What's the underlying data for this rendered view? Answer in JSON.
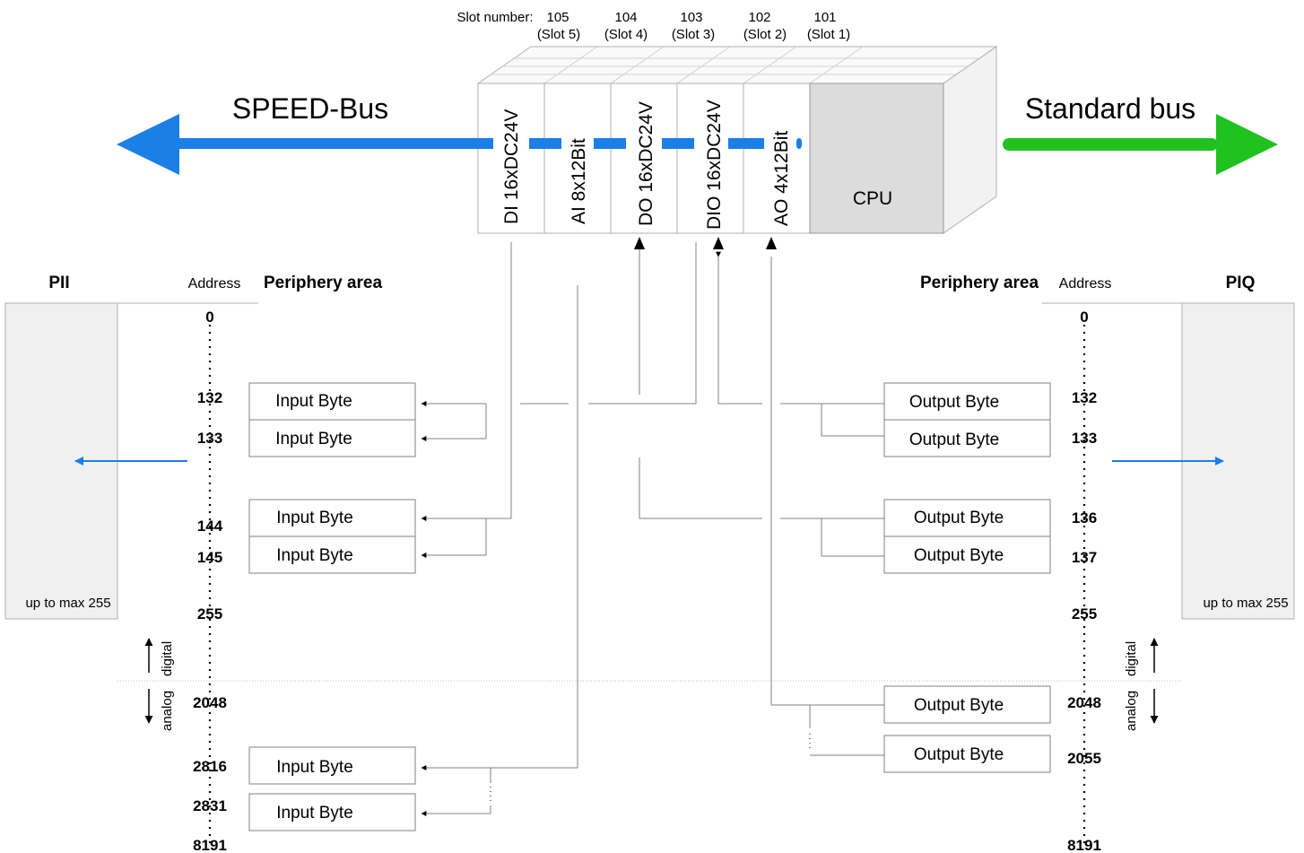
{
  "slots": {
    "label": "Slot number:",
    "items": [
      {
        "number": "105",
        "slot": "(Slot 5)",
        "module": "DI 16xDC24V"
      },
      {
        "number": "104",
        "slot": "(Slot 4)",
        "module": "AI 8x12Bit"
      },
      {
        "number": "103",
        "slot": "(Slot 3)",
        "module": "DO 16xDC24V"
      },
      {
        "number": "102",
        "slot": "(Slot 2)",
        "module": "DIO 16xDC24V"
      },
      {
        "number": "101",
        "slot": "(Slot 1)",
        "module": "AO 4x12Bit"
      }
    ]
  },
  "cpu_label": "CPU",
  "speed_bus_label": "SPEED-Bus",
  "standard_bus_label": "Standard bus",
  "colors": {
    "speed_bus": "#1a7fe6",
    "standard_bus": "#1fc21f",
    "cpu_fill": "#dcdcdc",
    "process_image_fill": "#f0f0f0",
    "lines": "#808080"
  },
  "left": {
    "image_title": "PII",
    "address_header": "Address",
    "area_header": "Periphery area",
    "max_label": "up to max 255",
    "addresses": [
      "0",
      "132",
      "133",
      "144",
      "145",
      "255",
      "2048",
      "2816",
      "2831",
      "8191"
    ],
    "bytes": [
      "Input Byte",
      "Input Byte",
      "Input Byte",
      "Input Byte",
      "Input Byte",
      "Input Byte"
    ]
  },
  "right": {
    "image_title": "PIQ",
    "address_header": "Address",
    "area_header": "Periphery area",
    "max_label": "up to max 255",
    "addresses": [
      "0",
      "132",
      "133",
      "136",
      "137",
      "255",
      "2048",
      "2055",
      "8191"
    ],
    "bytes": [
      "Output Byte",
      "Output Byte",
      "Output Byte",
      "Output Byte",
      "Output Byte",
      "Output Byte"
    ]
  },
  "digital_label": "digital",
  "analog_label": "analog"
}
